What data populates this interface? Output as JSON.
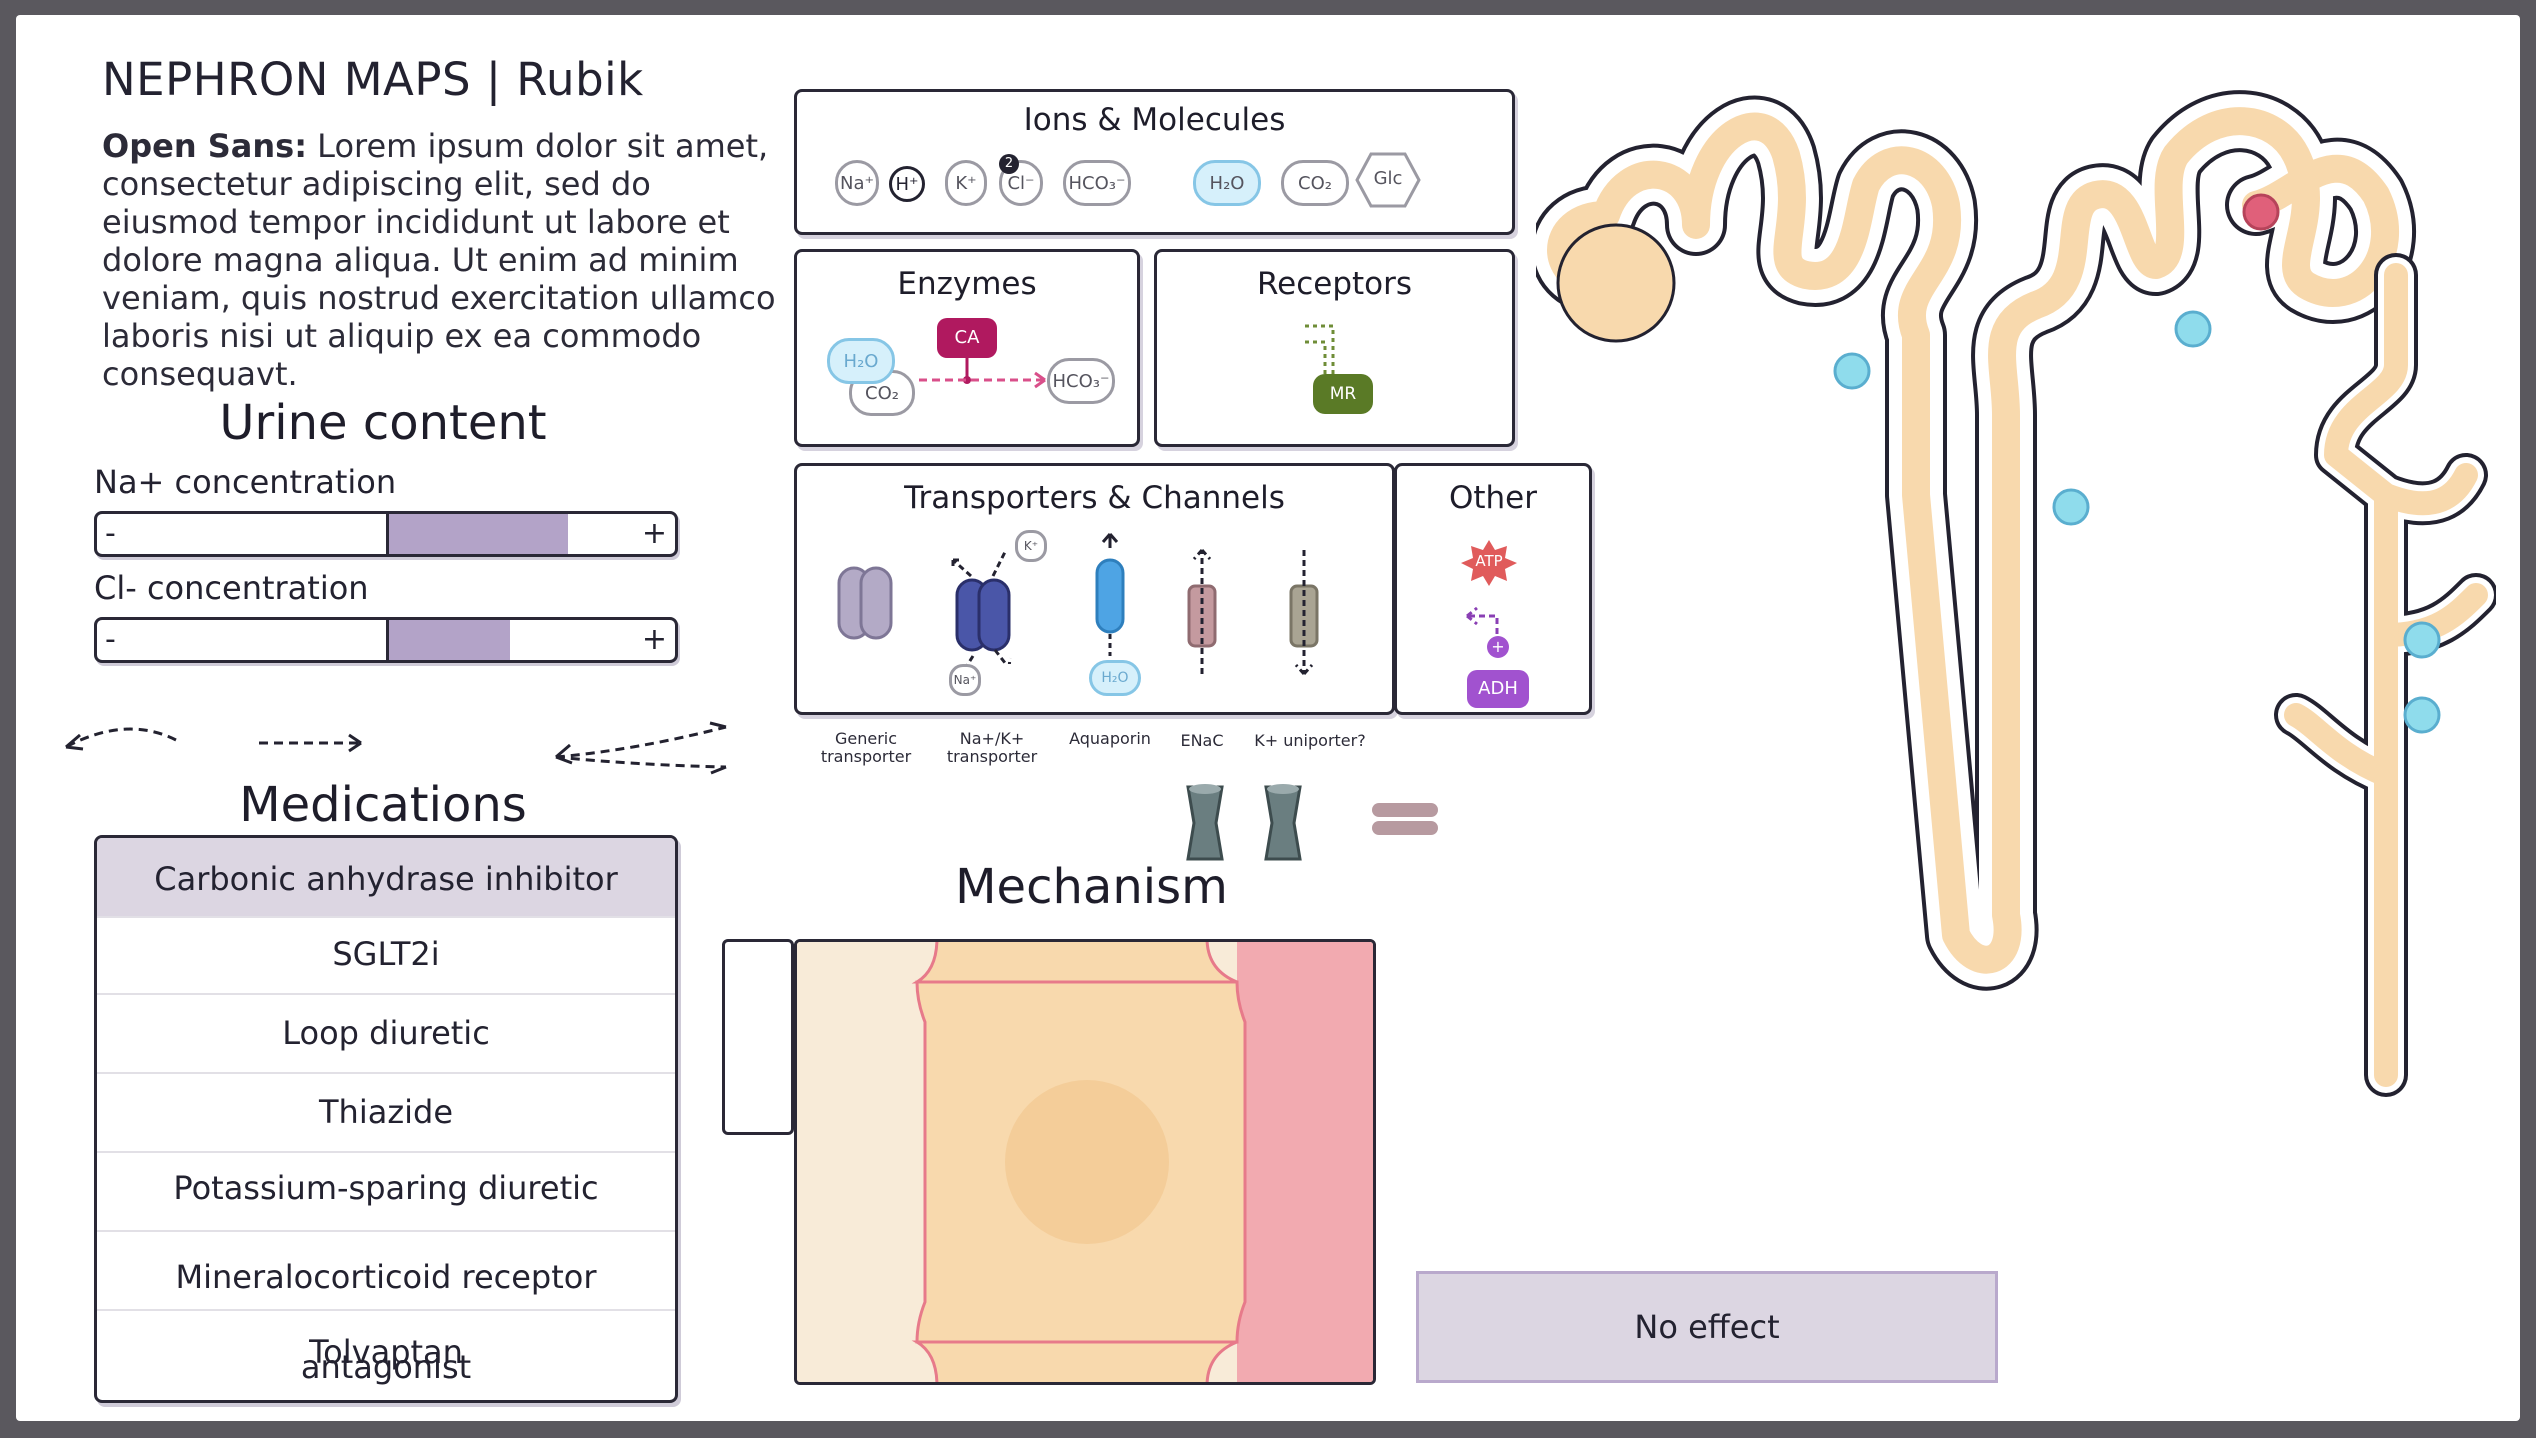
{
  "header": {
    "title": "NEPHRON MAPS | Rubik",
    "intro_bold": "Open Sans:",
    "intro_text": " Lorem ipsum dolor sit amet, consectetur adipiscing elit, sed do eiusmod tempor incididunt ut labore et dolore magna aliqua. Ut enim ad minim veniam, quis nostrud exercitation ullamco laboris nisi ut aliquip ex ea commodo consequavt."
  },
  "urine": {
    "title": "Urine content",
    "sliders": [
      {
        "label": "Na+ concentration",
        "minus": "-",
        "plus": "+",
        "level_start": 0.5,
        "level_end": 0.81
      },
      {
        "label": "Cl- concentration",
        "minus": "-",
        "plus": "+",
        "level_start": 0.5,
        "level_end": 0.71
      }
    ]
  },
  "medications": {
    "title": "Medications",
    "items": [
      "Carbonic anhydrase inhibitor",
      "SGLT2i",
      "Loop diuretic",
      "Thiazide",
      "Potassium-sparing diuretic",
      "Mineralocorticoid receptor antagonist",
      "Tolvaptan"
    ],
    "selected_index": 0
  },
  "legend": {
    "ions": {
      "title": "Ions & Molecules",
      "chips": [
        "Na⁺",
        "H⁺",
        "K⁺",
        "Cl⁻",
        "HCO₃⁻",
        "H₂O",
        "CO₂",
        "Glc"
      ],
      "badge": "2"
    },
    "enzymes": {
      "title": "Enzymes",
      "h2o": "H₂O",
      "co2": "CO₂",
      "ca": "CA",
      "hco3": "HCO₃⁻"
    },
    "receptors": {
      "title": "Receptors",
      "mr": "MR"
    },
    "transporters": {
      "title": "Transporters & Channels",
      "k_label": "K⁺",
      "na_label": "Na⁺",
      "h2o_label": "H₂O",
      "items": [
        "Generic transporter",
        "Na+/K+ transporter",
        "Aquaporin",
        "ENaC",
        "K+ uniporter?"
      ]
    },
    "other": {
      "title": "Other",
      "atp": "ATP",
      "adh": "ADH",
      "plus": "+"
    }
  },
  "mechanism": {
    "title": "Mechanism"
  },
  "effect": {
    "label": "No effect"
  },
  "colors": {
    "accent": "#b3a3c8",
    "selected_bg": "#dcd6e2",
    "nephron": "#f8d9ad",
    "marker_cyan": "#8fdcec",
    "marker_red": "#e0607a",
    "enzyme_ca": "#b0195f",
    "receptor_mr": "#5a7a26",
    "adh": "#a152cf",
    "atp": "#e05b5b"
  },
  "icons": [
    "generic-transporter-icon",
    "na-k-transporter-icon",
    "aquaporin-icon",
    "enac-icon",
    "k-uniporter-icon",
    "atp-icon",
    "adh-icon",
    "mr-receptor-icon"
  ]
}
